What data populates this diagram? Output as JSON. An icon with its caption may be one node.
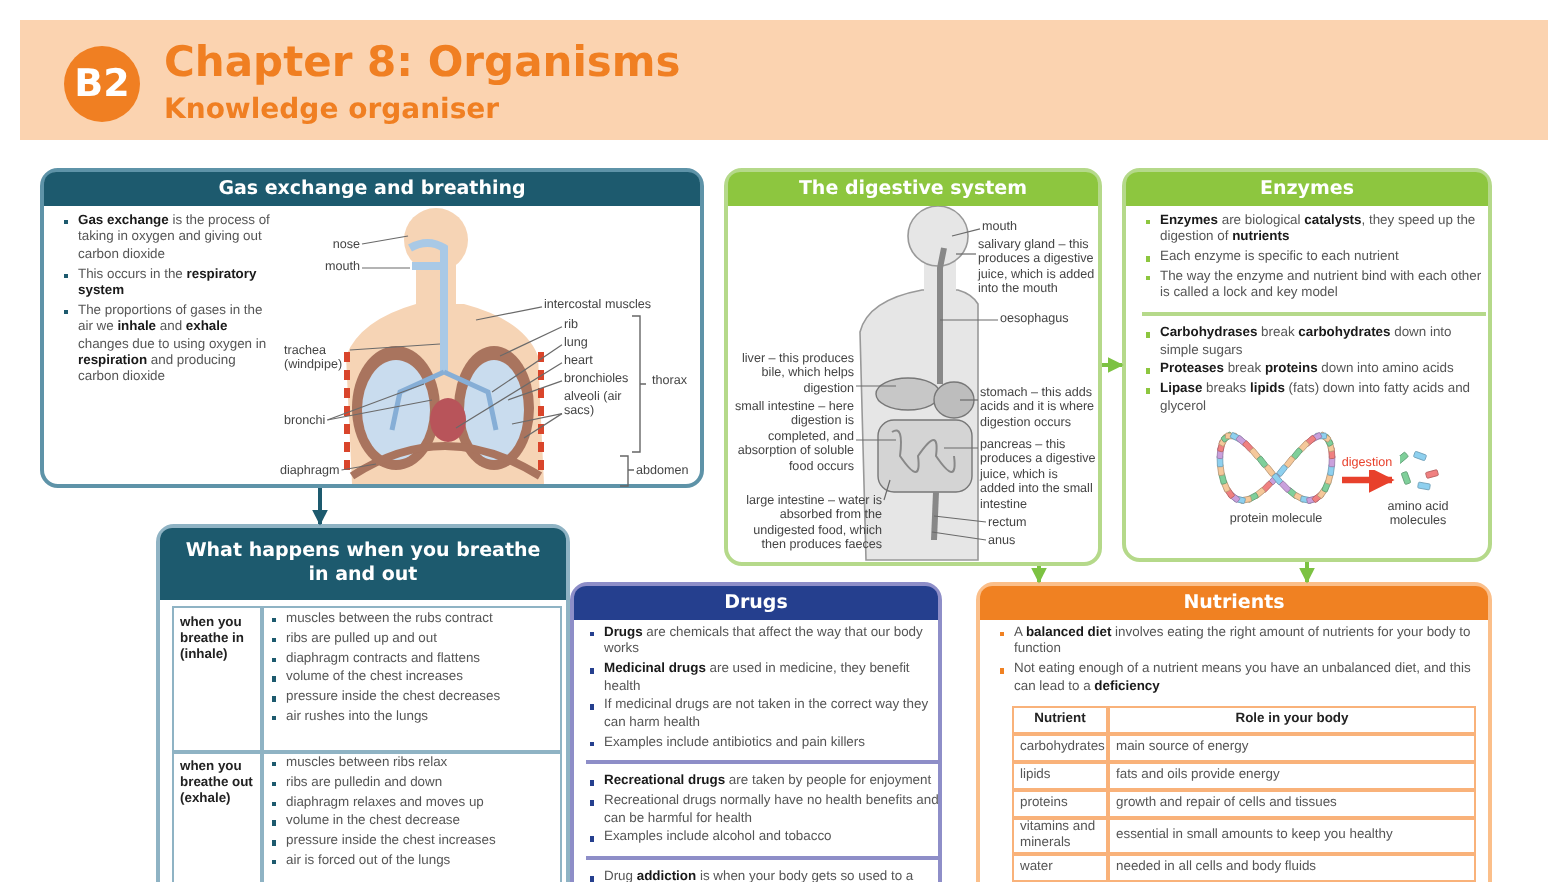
{
  "diagram": {
    "title": "Chapter 8: Organisms",
    "nodes": [
      {
        "text": [
          "Gas exchange and breathing",
          "**Gas exchange** is the process of taking in oxygen and giving out carbon dioxide",
          "This occurs in the **respiratory system**",
          "The proportions of gases in the air we **inhale** and **exhale** changes due to using oxygen in **respiration** and producing carbon dioxide"
        ]
      },
      {
        "text": [
          "nose"
        ],
        "in": 0
      },
      {
        "text": [
          "mouth"
        ],
        "in": 0
      },
      {
        "text": [
          "intercostal muscles"
        ],
        "in": 0
      },
      {
        "text": [
          "rib"
        ],
        "in": 0
      },
      {
        "text": [
          "lung"
        ],
        "in": 0
      },
      {
        "text": [
          "trachea (windpipe)"
        ],
        "in": 0
      },
      {
        "text": [
          "heart"
        ],
        "in": 0
      },
      {
        "text": [
          "bronchioles"
        ],
        "in": 0
      },
      {
        "text": [
          "alveoli (air sacs)"
        ],
        "in": 0
      },
      {
        "text": [
          "bronchi"
        ],
        "in": 0
      },
      {
        "text": [
          "diaphragm"
        ],
        "in": 0
      },
      {
        "text": [
          "The digestive system"
        ]
      },
      {
        "text": [
          "mouth"
        ],
        "in": 12
      },
      {
        "text": [
          "salivary gland – this produces a digestive juice, which is added into the mouth"
        ],
        "in": 12
      },
      {
        "text": [
          "oesophagus"
        ],
        "in": 12
      },
      {
        "text": [
          "liver – this produces bile, which helps digestion"
        ],
        "in": 12
      },
      {
        "text": [
          "stomach – this adds acids and it is where digestion occurs"
        ],
        "in": 12
      },
      {
        "text": [
          "small intestine – here digestion is completed, and absorption of soluble food occurs"
        ],
        "in": 12
      },
      {
        "text": [
          "pancreas – this produces a digestive juice, which is added into the small intestine"
        ],
        "in": 12
      },
      {
        "text": [
          "large intestine – water is absorbed from the undigested food, which then produces faeces"
        ],
        "in": 12
      },
      {
        "text": [
          "rectum"
        ],
        "in": 12
      },
      {
        "text": [
          "anus"
        ],
        "in": 12
      },
      {
        "text": [
          "Enzymes",
          "**Enzymes** are biological **catalysts**, they speed up the digestion of **nutrients**",
          "Each enzyme is specific to each nutrient",
          "The way the enzyme and nutrient bind with each other is called a lock and key model",
          "**Carbohydrases** break **carbohydrates** down into simple sugars",
          "**Proteases** break **proteins** down into amino acids",
          "**Lipase** breaks **lipids** (fats) down into fatty acids and glycerol"
        ]
      },
      {
        "text": [],
        "shape": "picture",
        "in": 23,
        "beside": [
          "protein molecule"
        ]
      },
      {
        "text": [],
        "shape": "picture",
        "in": 23,
        "beside": [
          "amino acid molecules"
        ]
      },
      {
        "text": [
          "What happens when you breathe in and out",
          "when you breathe in (inhale)",
          "muscles between the rubs contract",
          "ribs are pulled up and out",
          "diaphragm contracts and flattens",
          "volume of the chest increases",
          "pressure inside the chest decreases",
          "air rushes into the lungs",
          "when you breathe out (exhale)",
          "muscles between ribs relax",
          "ribs are pulledin and down",
          "diaphragm relaxes and moves up",
          "volume in the chest decrease",
          "pressure inside the chest increases",
          "air is forced out of the lungs"
        ]
      },
      {
        "text": [
          "Drugs",
          "**Drugs** are chemicals that affect the way that our body works",
          "**Medicinal drugs** are used in medicine, they benefit health",
          "If medicinal drugs are not taken in the correct way they can harm health",
          "Examples include antibiotics and pain killers",
          "**Recreational drugs** are taken by people for enjoyment",
          "Recreational drugs normally have no health benefits and can be harmful for health",
          "Examples include alcohol and tobacco",
          "Drug **addiction** is when your body gets so used to a drug, it feels it cannot cope without it"
        ]
      },
      {
        "text": [
          "Nutrients",
          "A **balanced diet** involves eating the right amount of nutrients for your body to function",
          "Not eating enough of a nutrient means you have an unbalanced diet, and this can lead to a **deficiency**",
          "Nutrient",
          "Role in your body",
          "carbohydrates",
          "main source of energy",
          "lipids",
          "fats and oils provide energy",
          "proteins",
          "growth and repair of cells and tissues",
          "vitamins and minerals",
          "essential in small amounts to keep you healthy",
          "water",
          "needed in all cells and body fluids"
        ]
      }
    ],
    "edges": [
      {
        "from": 0,
        "to": 26,
        "arrow": "to",
        "color": "#1d5a6e"
      },
      {
        "from": 12,
        "to": 23,
        "arrow": "to",
        "color": "#7cc242"
      },
      {
        "from": 12,
        "to": 28,
        "arrow": "to",
        "color": "#7cc242"
      },
      {
        "from": 23,
        "to": 28,
        "arrow": "to",
        "color": "#7cc242"
      },
      {
        "from": 24,
        "to": 25,
        "arrow": "to",
        "label": "digestion",
        "style": "thick",
        "color": "#e8412c"
      },
      {
        "from": 1,
        "to": null,
        "arrow": "none"
      },
      {
        "from": 2,
        "to": null,
        "arrow": "none"
      },
      {
        "from": 3,
        "to": null,
        "arrow": "none"
      },
      {
        "from": 4,
        "to": null,
        "arrow": "none"
      },
      {
        "from": 5,
        "to": null,
        "arrow": "none"
      },
      {
        "from": 6,
        "to": null,
        "arrow": "none"
      },
      {
        "from": 7,
        "to": null,
        "arrow": "none"
      },
      {
        "from": 8,
        "to": null,
        "arrow": "none"
      },
      {
        "from": 9,
        "to": null,
        "arrow": "none"
      },
      {
        "from": 9,
        "to": null,
        "arrow": "none"
      },
      {
        "from": 10,
        "to": null,
        "arrow": "none"
      },
      {
        "from": 10,
        "to": null,
        "arrow": "none"
      },
      {
        "from": 11,
        "to": null,
        "arrow": "none"
      },
      {
        "from": 13,
        "to": null,
        "arrow": "none"
      },
      {
        "from": 14,
        "to": null,
        "arrow": "none"
      },
      {
        "from": 15,
        "to": null,
        "arrow": "none"
      },
      {
        "from": 16,
        "to": null,
        "arrow": "none"
      },
      {
        "from": 17,
        "to": null,
        "arrow": "none"
      },
      {
        "from": 18,
        "to": null,
        "arrow": "none"
      },
      {
        "from": 19,
        "to": null,
        "arrow": "none"
      },
      {
        "from": 20,
        "to": null,
        "arrow": "none"
      },
      {
        "from": 21,
        "to": null,
        "arrow": "none"
      },
      {
        "from": 22,
        "to": null,
        "arrow": "none"
      }
    ],
    "labels": [
      "B2",
      "Knowledge organiser",
      "thorax",
      "abdomen"
    ]
  }
}
